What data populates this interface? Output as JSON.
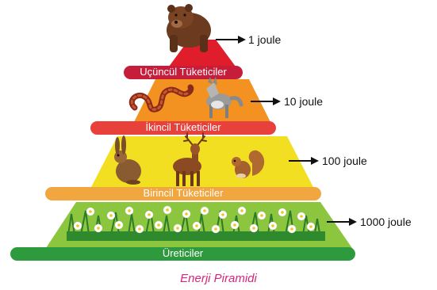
{
  "levels": [
    {
      "name": "Uçüncül Tüketiciler",
      "energy": "1 joule",
      "color": "#e01e2b",
      "band_color": "#c51d3a"
    },
    {
      "name": "İkincil Tüketiciler",
      "energy": "10 joule",
      "color": "#f39220",
      "band_color": "#e8403a"
    },
    {
      "name": "Birincil Tüketiciler",
      "energy": "100 joule",
      "color": "#f2df22",
      "band_color": "#f2a640"
    },
    {
      "name": "Üreticiler",
      "energy": "1000 joule",
      "color": "#8cc63f",
      "band_color": "#2e9a3e"
    }
  ],
  "caption": "Enerji Piramidi",
  "icons": [
    "bear-icon",
    "snake-icon",
    "wolf-icon",
    "rabbit-icon",
    "deer-icon",
    "squirrel-icon",
    "flower-icon",
    "arrow-right-icon"
  ]
}
